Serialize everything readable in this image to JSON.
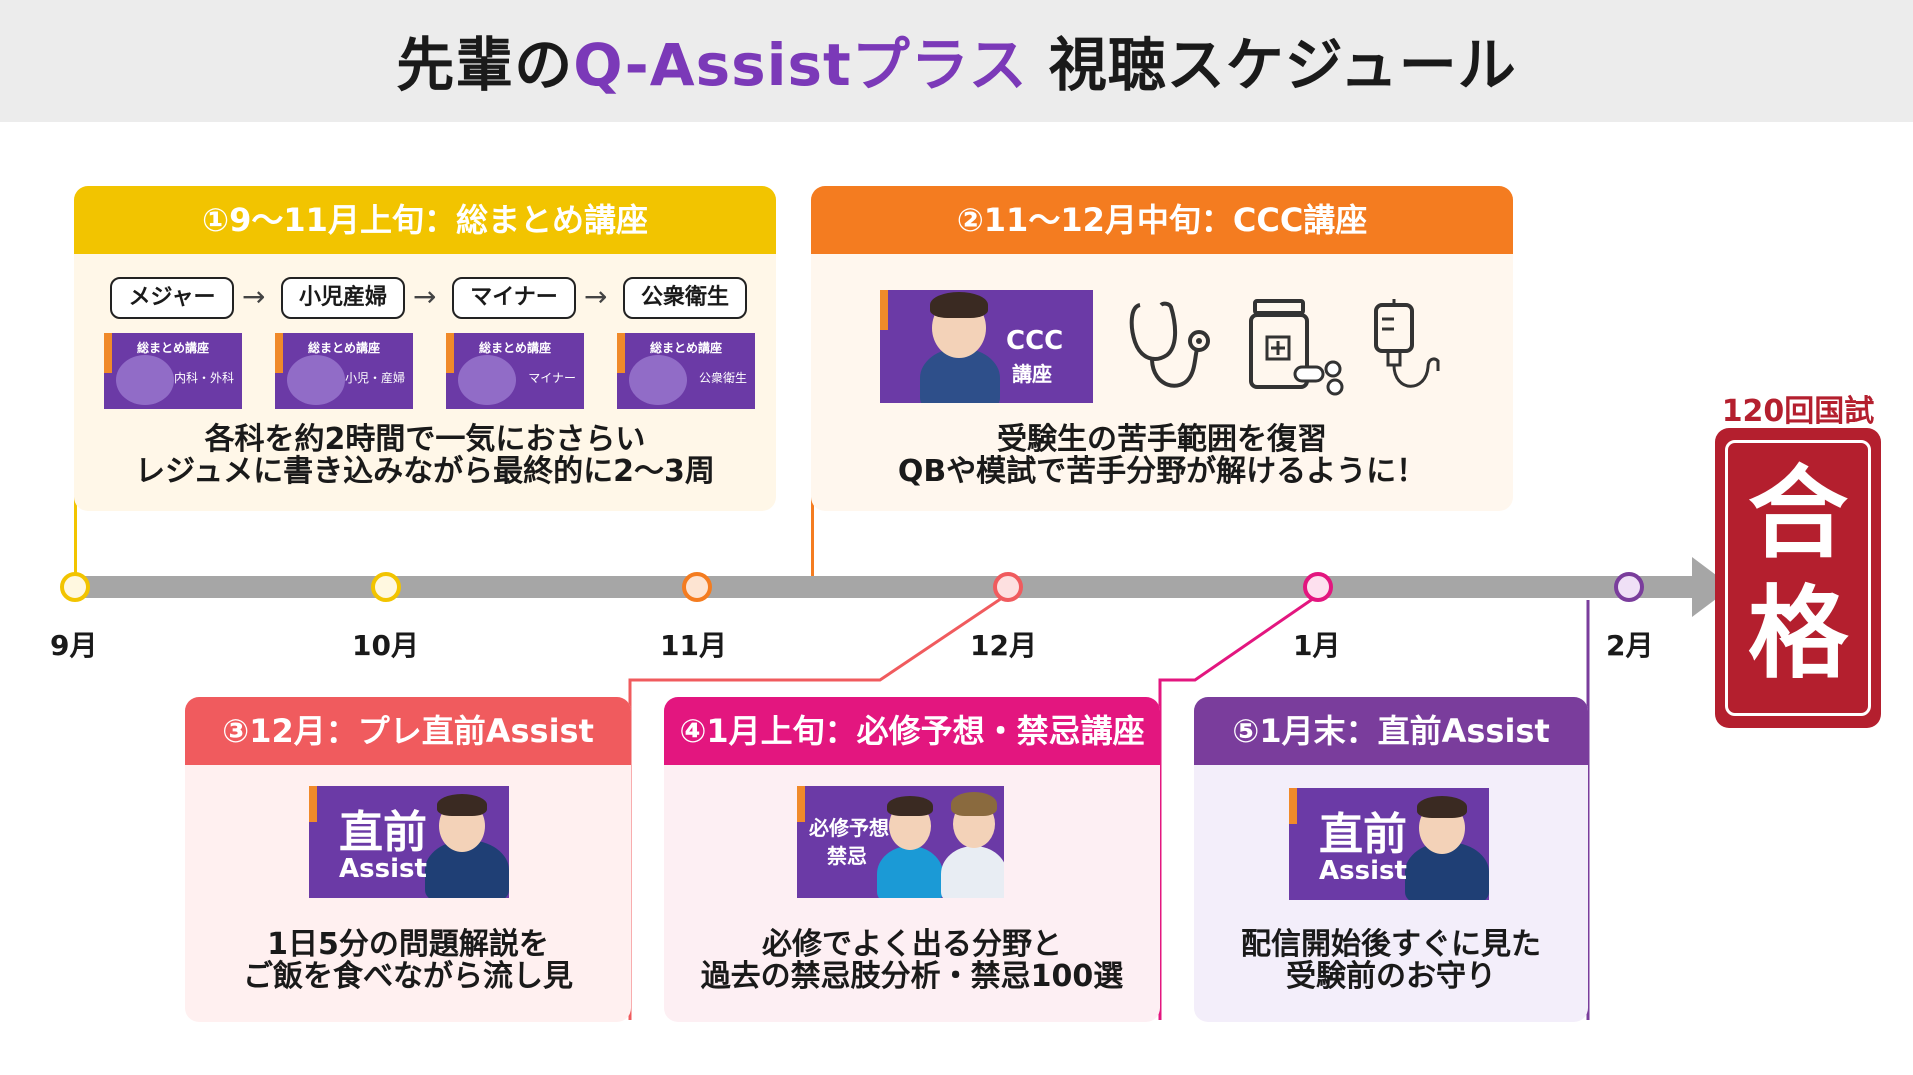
{
  "title": {
    "pre": "先輩の",
    "accent": "Q-Assistプラス",
    "post": " 視聴スケジュール"
  },
  "colors": {
    "card1": "#f2c400",
    "card2": "#f47c20",
    "card3": "#f05b5e",
    "card4": "#e3167f",
    "card5": "#7a3d9c",
    "timeline": "#a6a6a6",
    "seal": "#b41f2e",
    "accent": "#7b39b8"
  },
  "card1": {
    "header": "①9～11月上旬：総まとめ講座",
    "steps": [
      "メジャー",
      "小児産婦",
      "マイナー",
      "公衆衛生"
    ],
    "arrow": "→",
    "thumbs": [
      {
        "title": "総まとめ講座",
        "sub": "内科・外科"
      },
      {
        "title": "総まとめ講座",
        "sub": "小児・産婦"
      },
      {
        "title": "総まとめ講座",
        "sub": "マイナー"
      },
      {
        "title": "総まとめ講座",
        "sub": "公衆衛生"
      }
    ],
    "desc": [
      "各科を約2時間で一気におさらい",
      "レジュメに書き込みながら最終的に2～3周"
    ]
  },
  "card2": {
    "header": "②11～12月中旬：CCC講座",
    "promo": [
      "CCC",
      "講座"
    ],
    "icons": [
      "stethoscope-icon",
      "medicine-bottle-icon",
      "iv-drip-icon"
    ],
    "desc": [
      "受験生の苦手範囲を復習",
      "QBや模試で苦手分野が解けるように！"
    ]
  },
  "card3": {
    "header": "③12月：プレ直前Assist",
    "promo": [
      "直前",
      "Assist"
    ],
    "desc": [
      "1日5分の問題解説を",
      "ご飯を食べながら流し見"
    ]
  },
  "card4": {
    "header": "④1月上旬：必修予想・禁忌講座",
    "promo": [
      "必修予想",
      "禁忌"
    ],
    "desc": [
      "必修でよく出る分野と",
      "過去の禁忌肢分析・禁忌100選"
    ]
  },
  "card5": {
    "header": "⑤1月末：直前Assist",
    "promo": [
      "直前",
      "Assist"
    ],
    "desc": [
      "配信開始後すぐに見た",
      "受験前のお守り"
    ]
  },
  "timeline": {
    "months": [
      "9月",
      "10月",
      "11月",
      "12月",
      "1月",
      "2月"
    ]
  },
  "goal": {
    "label": "120回国試",
    "seal": [
      "合",
      "格"
    ]
  }
}
